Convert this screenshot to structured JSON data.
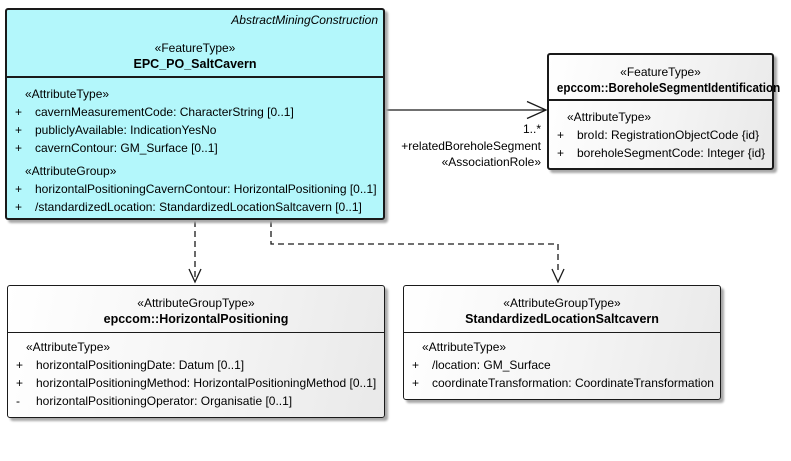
{
  "colors": {
    "class_fill": "#b3f7fb",
    "neutral_fill_a": "#ffffff",
    "neutral_fill_b": "#e9e9e9",
    "border_color": "#1a1a1a",
    "shadow_color": "#a8a8a8",
    "page_bg": "#ffffff"
  },
  "saltcavern": {
    "parent": "AbstractMiningConstruction",
    "stereotype": "«FeatureType»",
    "name": "EPC_PO_SaltCavern",
    "stereo1": "«AttributeType»",
    "attrs1": [
      {
        "vis": "+",
        "text": "cavernMeasurementCode: CharacterString [0..1]"
      },
      {
        "vis": "+",
        "text": "publiclyAvailable: IndicationYesNo"
      },
      {
        "vis": "+",
        "text": "cavernContour: GM_Surface [0..1]"
      }
    ],
    "stereo2": "«AttributeGroup»",
    "attrs2": [
      {
        "vis": "+",
        "text": "horizontalPositioningCavernContour: HorizontalPositioning [0..1]"
      },
      {
        "vis": "+",
        "text": "/standardizedLocation: StandardizedLocationSaltcavern [0..1]"
      }
    ]
  },
  "borehole": {
    "stereotype": "«FeatureType»",
    "name": "epccom::BoreholeSegmentIdentification",
    "stereo1": "«AttributeType»",
    "attrs1": [
      {
        "vis": "+",
        "text": "broId: RegistrationObjectCode {id}"
      },
      {
        "vis": "+",
        "text": "boreholeSegmentCode: Integer {id}"
      }
    ]
  },
  "horizpos": {
    "stereotype": "«AttributeGroupType»",
    "name": "epccom::HorizontalPositioning",
    "stereo1": "«AttributeType»",
    "attrs1": [
      {
        "vis": "+",
        "text": "horizontalPositioningDate: Datum [0..1]"
      },
      {
        "vis": "+",
        "text": "horizontalPositioningMethod: HorizontalPositioningMethod [0..1]"
      },
      {
        "vis": "-",
        "text": "horizontalPositioningOperator: Organisatie [0..1]"
      }
    ]
  },
  "stdloc": {
    "stereotype": "«AttributeGroupType»",
    "name": "StandardizedLocationSaltcavern",
    "stereo1": "«AttributeType»",
    "attrs1": [
      {
        "vis": "+",
        "text": "/location: GM_Surface"
      },
      {
        "vis": "+",
        "text": "coordinateTransformation: CoordinateTransformation"
      }
    ]
  },
  "association": {
    "multiplicity": "1..*",
    "role": "+relatedBoreholeSegment",
    "stereotype": "«AssociationRole»"
  }
}
